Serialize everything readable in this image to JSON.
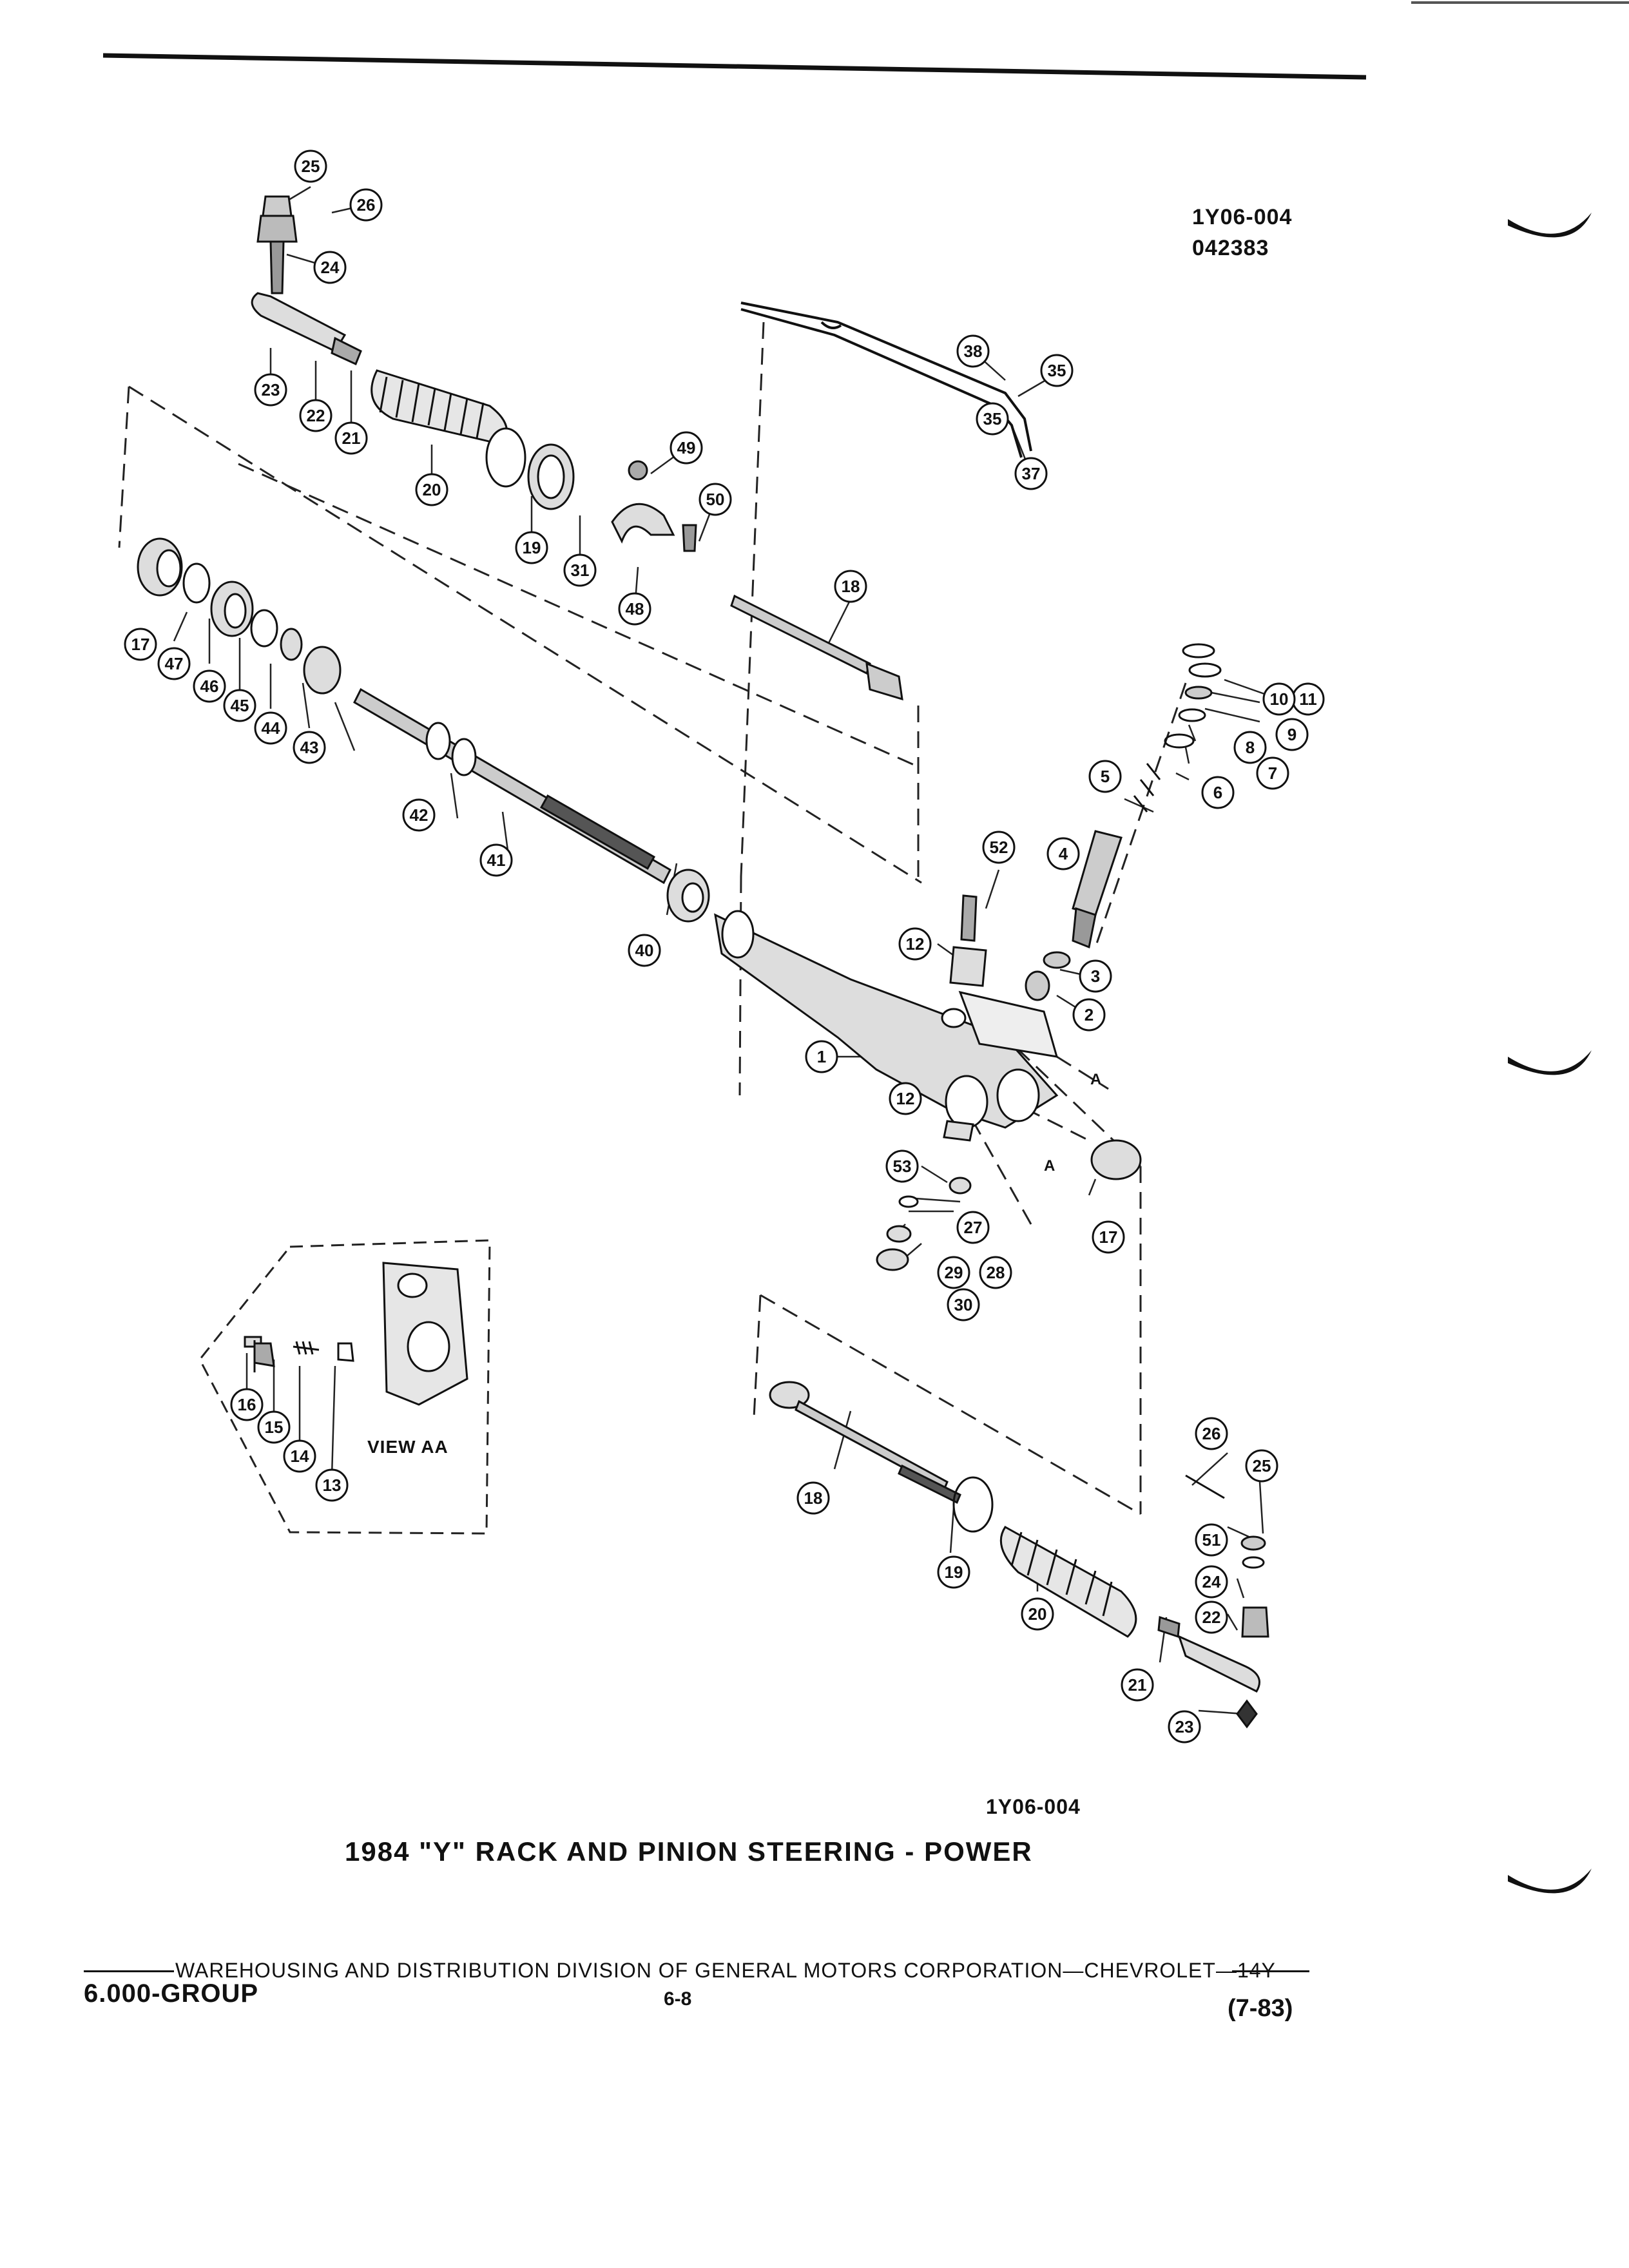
{
  "header": {
    "code": "1Y06-004",
    "date_code": "042383"
  },
  "figure": {
    "code": "1Y06-004",
    "title": "1984 \"Y\" RACK AND PINION STEERING - POWER",
    "inset_label": "VIEW AA",
    "section_markers": [
      "A",
      "A"
    ]
  },
  "callouts": [
    "25",
    "26",
    "24",
    "23",
    "22",
    "21",
    "20",
    "19",
    "31",
    "49",
    "50",
    "48",
    "18",
    "38",
    "35",
    "37",
    "35",
    "17",
    "47",
    "46",
    "45",
    "44",
    "43",
    "42",
    "41",
    "40",
    "11",
    "10",
    "9",
    "8",
    "7",
    "6",
    "5",
    "4",
    "52",
    "12",
    "3",
    "2",
    "1",
    "12",
    "53",
    "17",
    "27",
    "28",
    "29",
    "30",
    "16",
    "15",
    "14",
    "13",
    "26",
    "25",
    "51",
    "24",
    "22",
    "18",
    "19",
    "20",
    "21",
    "23"
  ],
  "footer": {
    "line": "WAREHOUSING AND DISTRIBUTION  DIVISION OF GENERAL MOTORS CORPORATION—CHEVROLET—14Y",
    "group": "6.000-GROUP",
    "page": "6-8",
    "date": "(7-83)"
  }
}
